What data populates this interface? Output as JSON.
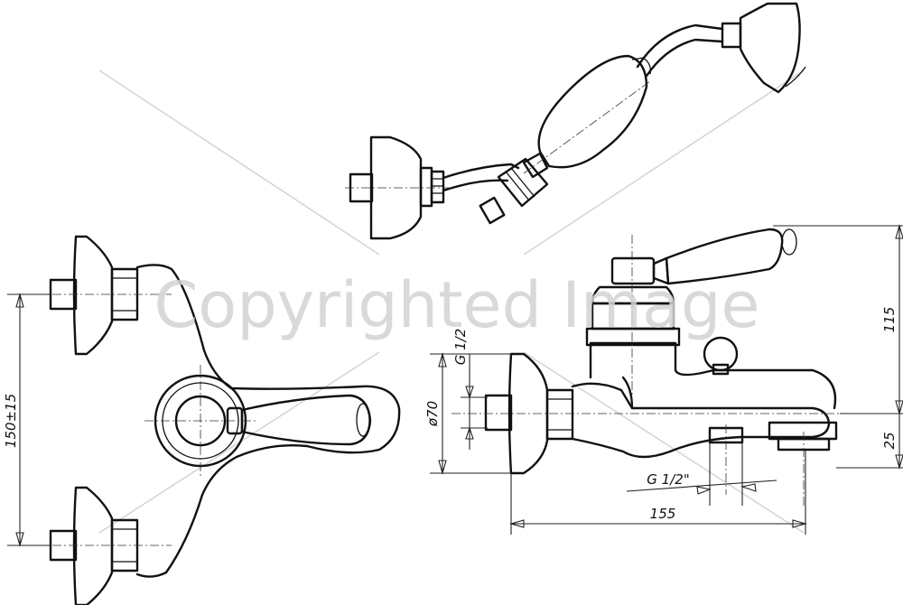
{
  "watermark": {
    "text": "Copyrighted Image"
  },
  "dimensions": {
    "spacing": "150±15",
    "flange_diameter": "ø70",
    "inlet_thread": "G 1/2",
    "outlet_thread": "G 1/2\"",
    "length": "155",
    "height": "115",
    "spout_offset": "25"
  }
}
